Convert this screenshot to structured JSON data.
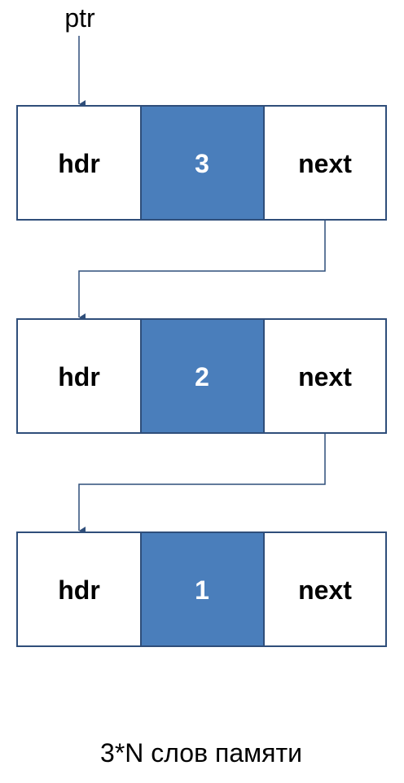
{
  "pointer_label": "ptr",
  "caption": "3*N слов памяти",
  "colors": {
    "cell_border": "#2f4e7a",
    "value_fill": "#4a7ebb",
    "value_text": "#ffffff",
    "text": "#000000",
    "arrow": "#2f4e7a"
  },
  "nodes": [
    {
      "hdr": "hdr",
      "value": "3",
      "next": "next"
    },
    {
      "hdr": "hdr",
      "value": "2",
      "next": "next"
    },
    {
      "hdr": "hdr",
      "value": "1",
      "next": "next"
    }
  ]
}
